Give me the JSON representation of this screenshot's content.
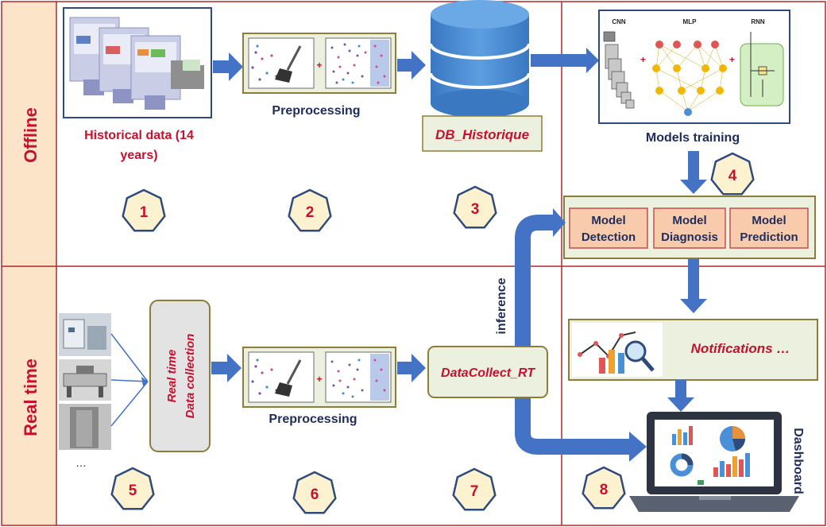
{
  "sections": {
    "offline": "Offline",
    "realtime": "Real time"
  },
  "offline": {
    "historical_line1": "Historical data (14",
    "historical_line2": "years)",
    "preprocessing": "Preprocessing",
    "db": "DB_Historique",
    "models_training": "Models training",
    "nn_labels": {
      "cnn": "CNN",
      "mlp": "MLP",
      "rnn": "RNN"
    },
    "models": [
      "Model|Detection",
      "Model|Diagnosis",
      "Model|Prediction"
    ]
  },
  "realtime": {
    "collection_line1": "Real time",
    "collection_line2": "Data collection",
    "preprocessing": "Preprocessing",
    "datacollect": "DataCollect_RT",
    "inference": "inference",
    "notifications": "Notifications …",
    "dashboard": "Dashboard",
    "ellipsis": "…"
  },
  "steps": [
    "1",
    "2",
    "3",
    "4",
    "5",
    "6",
    "7",
    "8"
  ],
  "colors": {
    "border": "#b02a2a",
    "label_bg": "#fbe4c8",
    "label_text": "#c8102e",
    "arrow": "#4472c4",
    "box_green": "#ebf1de",
    "box_green_border": "#8e7d38",
    "model_fill": "#f8cbad",
    "model_border": "#c0504d",
    "heptagon_fill": "#fdf2cf",
    "heptagon_stroke": "#2f4b7c",
    "dark_text": "#1f2d5c"
  }
}
